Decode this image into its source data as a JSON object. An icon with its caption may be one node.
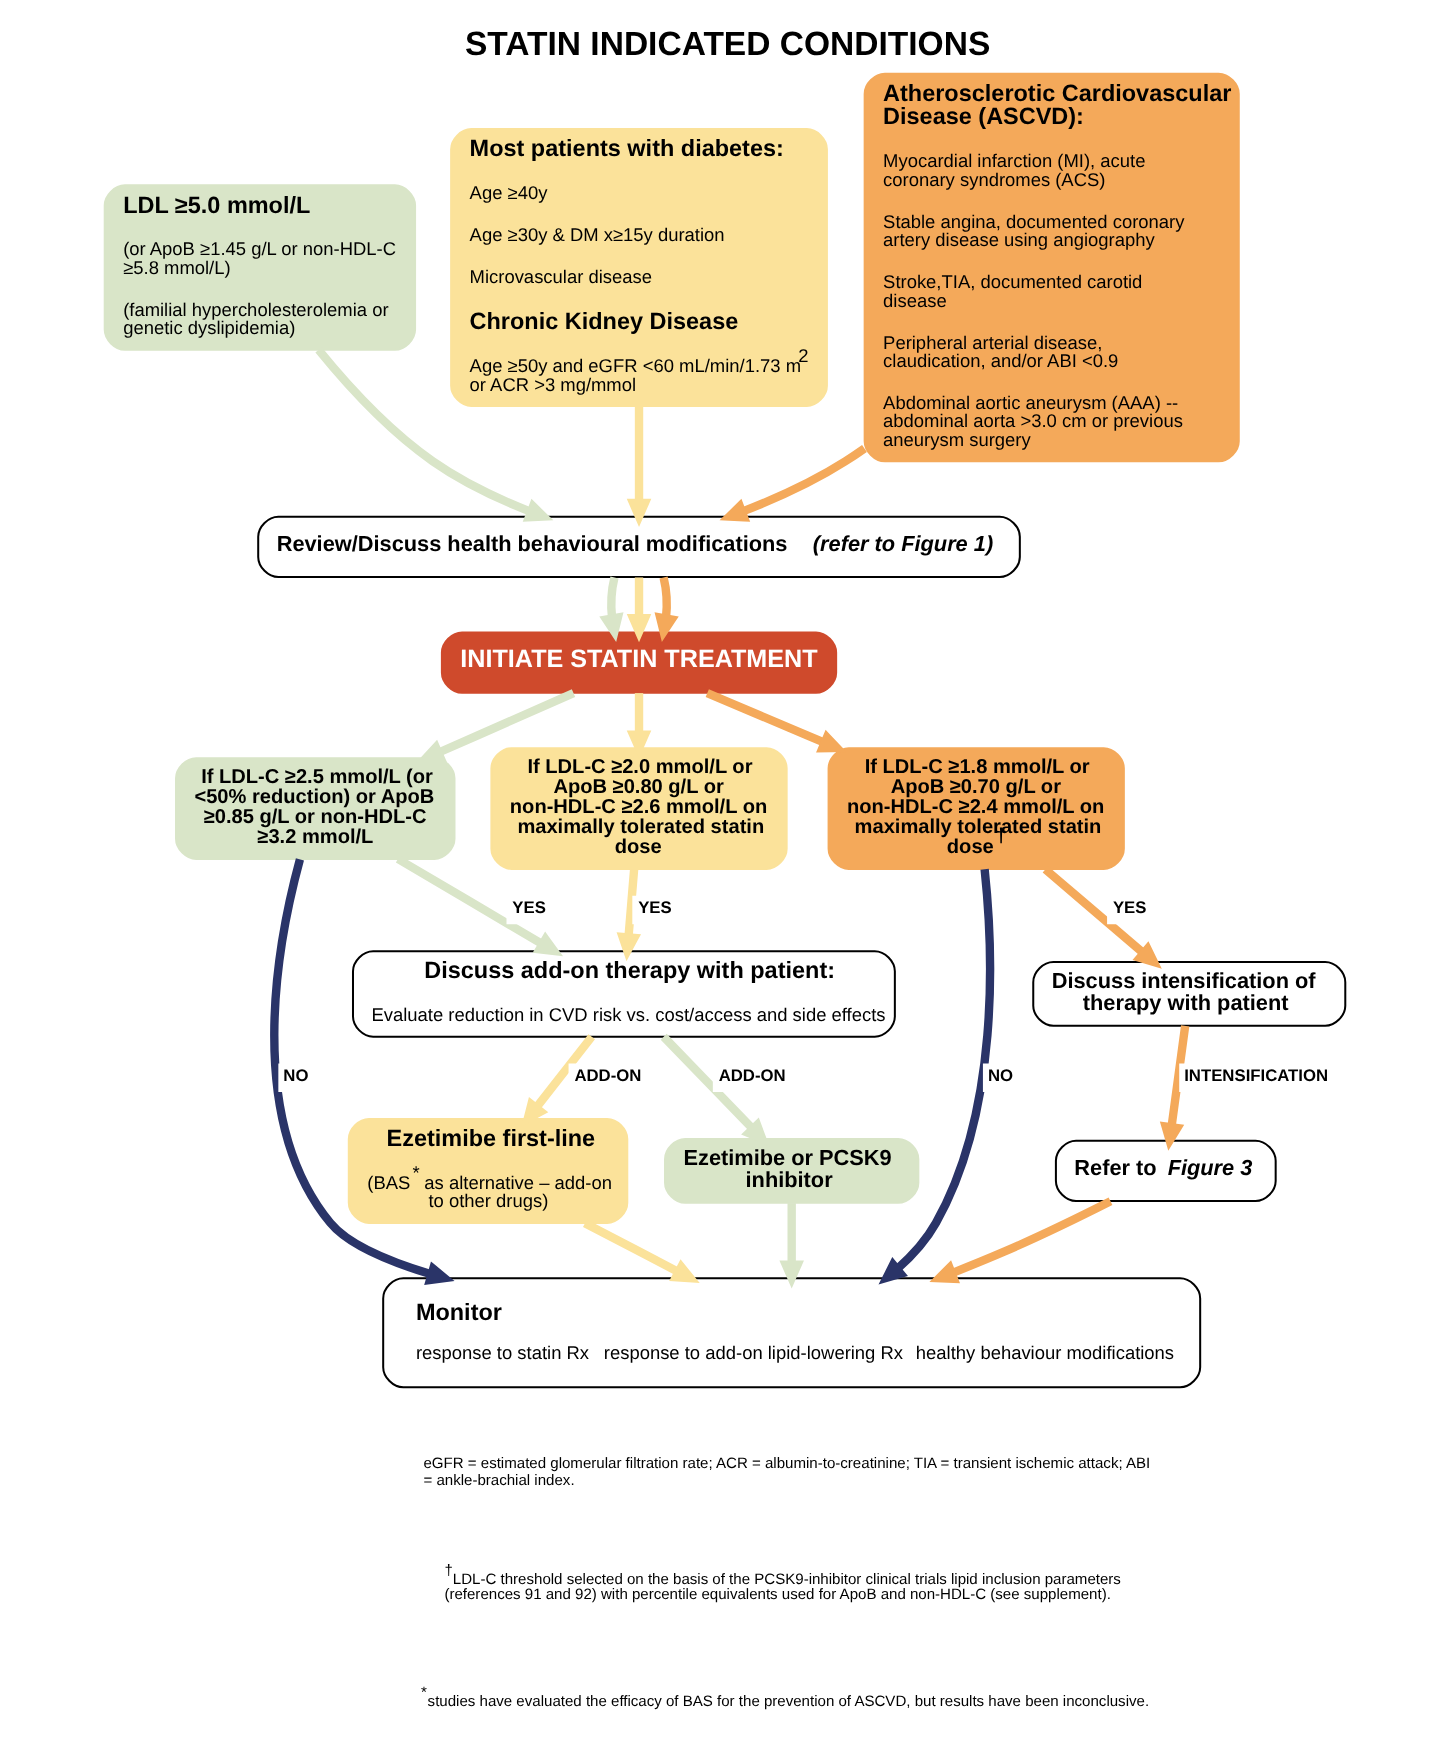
{
  "diagram": {
    "title": "STATIN INDICATED CONDITIONS",
    "nodes": [
      {
        "text": [
          "LDL ≥5.0 mmol/L",
          "(or ApoB ≥1.45 g/L or non-HDL-C ≥5.8 mmol/L)",
          "(familial hypercholesterolemia or genetic dyslipidemia)"
        ]
      },
      {
        "text": [
          "Most patients with diabetes:",
          "Age ≥40y",
          "Age ≥30y & DM x≥15y duration",
          "Microvascular disease",
          "Chronic Kidney Disease",
          "Age ≥50y and eGFR <60 mL/min/1.73 m$^{2}$ or ACR >3 mg/mmol"
        ]
      },
      {
        "text": [
          "Atherosclerotic Cardiovascular Disease (ASCVD):",
          "Myocardial infarction (MI), acute coronary syndromes (ACS)",
          "Stable angina, documented coronary artery disease using angiography",
          "Stroke,TIA, documented carotid disease",
          "Peripheral arterial disease, claudication, and/or ABI <0.9",
          "Abdominal aortic aneurysm (AAA) -- abdominal aorta >3.0 cm or previous aneurysm surgery"
        ]
      },
      {
        "text": [
          "Review/Discuss health behavioural modifications *(refer to Figure 1)*"
        ]
      },
      {
        "text": [
          "INITIATE STATIN TREATMENT"
        ]
      },
      {
        "text": [
          "If LDL-C ≥2.5 mmol/L (or <50% reduction) or ApoB ≥0.85 g/L or non-HDL-C ≥3.2 mmol/L"
        ]
      },
      {
        "text": [
          "If LDL-C ≥2.0 mmol/L or ApoB ≥0.80 g/L or non-HDL-C ≥2.6 mmol/L on maximally tolerated statin dose"
        ]
      },
      {
        "text": [
          "If LDL-C ≥1.8 mmol/L or ApoB ≥0.70 g/L or non-HDL-C ≥2.4 mmol/L on maximally tolerated statin dose$^{†}$"
        ]
      },
      {
        "text": [
          "Discuss add-on therapy with patient:",
          "Evaluate reduction in CVD risk vs. cost/access and side effects"
        ]
      },
      {
        "text": [
          "Discuss intensification of therapy with patient"
        ]
      },
      {
        "text": [
          "Ezetimibe or PCSK9 inhibitor"
        ]
      },
      {
        "text": [
          "Ezetimibe first-line",
          "(BAS$^{*}$ as alternative – add-on to other drugs)"
        ]
      },
      {
        "text": [
          "Refer to *Figure 3*"
        ]
      },
      {
        "text": [
          "Monitor",
          "response to statin Rx",
          "response to add-on lipid-lowering Rx",
          "healthy behaviour modifications"
        ]
      }
    ],
    "edges": [
      {
        "from": 0,
        "to": 3,
        "arrow": "to",
        "color": "#d9e5c8"
      },
      {
        "from": 1,
        "to": 3,
        "arrow": "to",
        "color": "#fbe29a"
      },
      {
        "from": 2,
        "to": 3,
        "arrow": "to",
        "color": "#f4a95a"
      },
      {
        "from": 3,
        "to": 4,
        "arrow": "to",
        "color": "#d9e5c8"
      },
      {
        "from": 3,
        "to": 4,
        "arrow": "to",
        "color": "#fbe29a"
      },
      {
        "from": 3,
        "to": 4,
        "arrow": "to",
        "color": "#f4a95a"
      },
      {
        "from": 4,
        "to": 5,
        "arrow": "to",
        "color": "#d9e5c8"
      },
      {
        "from": 4,
        "to": 6,
        "arrow": "to",
        "color": "#fbe29a"
      },
      {
        "from": 4,
        "to": 7,
        "arrow": "to",
        "color": "#f4a95a"
      },
      {
        "from": 5,
        "to": 8,
        "arrow": "to",
        "label": "YES",
        "color": "#d9e5c8"
      },
      {
        "from": 6,
        "to": 8,
        "arrow": "to",
        "label": "YES",
        "color": "#fbe29a"
      },
      {
        "from": 7,
        "to": 9,
        "arrow": "to",
        "label": "YES",
        "color": "#f4a95a"
      },
      {
        "from": 8,
        "to": 10,
        "arrow": "to",
        "label": "ADD-ON",
        "color": "#d9e5c8"
      },
      {
        "from": 8,
        "to": 11,
        "arrow": "to",
        "label": "ADD-ON",
        "color": "#fbe29a"
      },
      {
        "from": 9,
        "to": 12,
        "arrow": "to",
        "label": "INTENSIFICATION",
        "color": "#f4a95a"
      },
      {
        "from": 10,
        "to": 13,
        "arrow": "to",
        "color": "#d9e5c8"
      },
      {
        "from": 11,
        "to": 13,
        "arrow": "to",
        "color": "#fbe29a"
      },
      {
        "from": 12,
        "to": 13,
        "arrow": "to",
        "color": "#f4a95a"
      },
      {
        "from": 5,
        "to": 13,
        "arrow": "to",
        "label": "NO",
        "color": "#2a3468"
      },
      {
        "from": 7,
        "to": 13,
        "arrow": "to",
        "label": "NO",
        "color": "#2a3468"
      }
    ],
    "labels": [
      "eGFR = estimated glomerular filtration rate; ACR = albumin-to-creatinine; TIA = transient ischemic attack; ABI = ankle-brachial index.",
      "$^{†}$LDL-C threshold selected on the basis of the PCSK9-inhibitor clinical trials lipid inclusion parameters (references 91 and 92) with percentile equivalents used for ApoB and non-HDL-C (see supplement).",
      "$^{*}$studies have evaluated the efficacy of BAS for the prevention of ASCVD, but results have been inconclusive."
    ]
  }
}
